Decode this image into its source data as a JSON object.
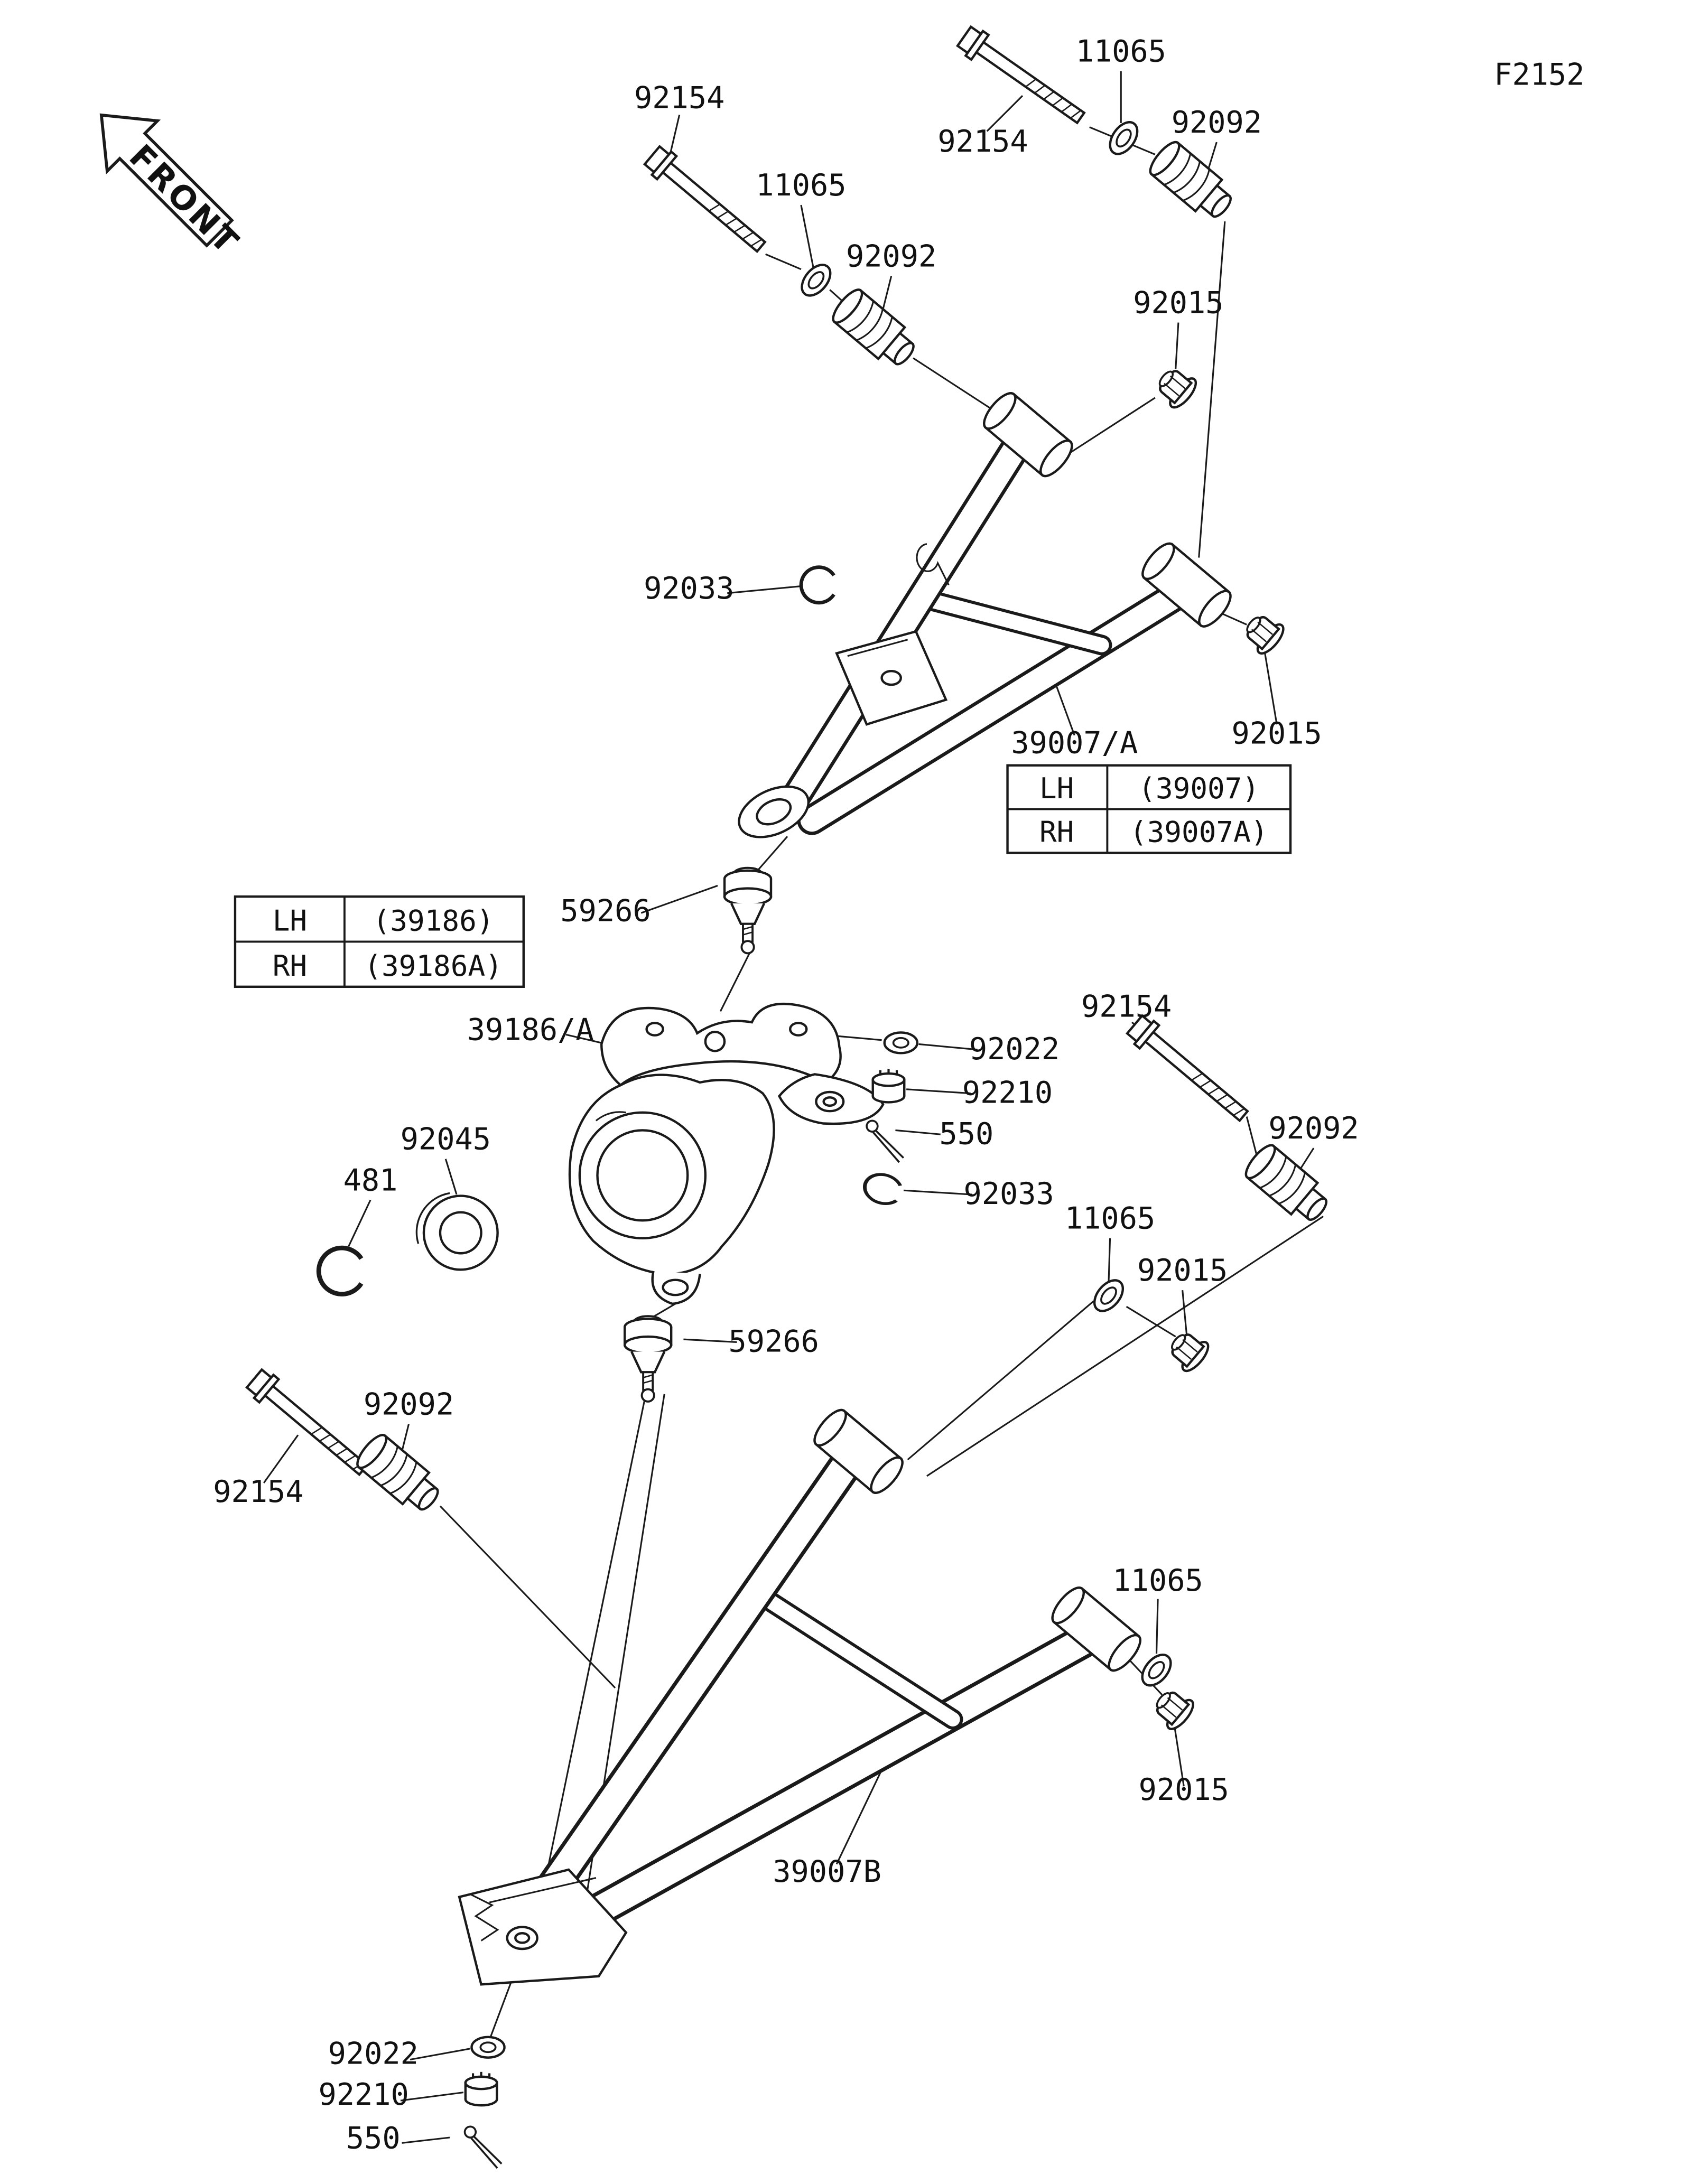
{
  "figure": {
    "code": "F2152",
    "front_label": "FRONT",
    "line_color": "#1a1a1a",
    "background": "#ffffff"
  },
  "tables": {
    "upper_arm": {
      "rows": [
        [
          "LH",
          "(39007)"
        ],
        [
          "RH",
          "(39007A)"
        ]
      ]
    },
    "knuckle": {
      "rows": [
        [
          "LH",
          "(39186)"
        ],
        [
          "RH",
          "(39186A)"
        ]
      ]
    }
  },
  "callouts": {
    "bolt": "92154",
    "washer": "11065",
    "bushing": "92092",
    "nut": "92015",
    "circlip": "92033",
    "upper_arm": "39007/A",
    "ball_joint": "59266",
    "knuckle": "39186/A",
    "washer_small": "92022",
    "castle_nut": "92210",
    "cotter_pin": "550",
    "bearing": "92045",
    "snap_ring": "481",
    "lower_arm": "39007B"
  }
}
